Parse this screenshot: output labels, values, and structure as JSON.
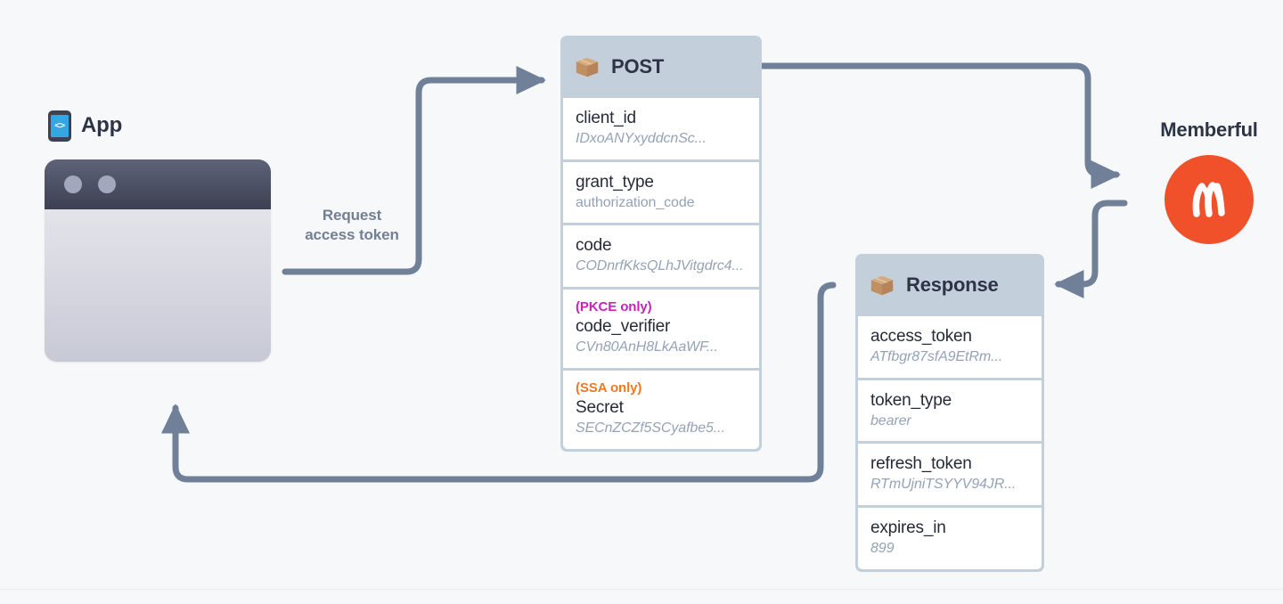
{
  "diagram": {
    "title": "OAuth access token exchange flow",
    "background_color": "#f7f8fa",
    "wire_color": "#6f8098"
  },
  "app": {
    "label": "App",
    "icon": "mobile-code-icon",
    "icon_glyph": "<>",
    "window": {
      "dot_count": 2
    }
  },
  "flow": {
    "request_label_line1": "Request",
    "request_label_line2": "access token",
    "label_color": "#737f93"
  },
  "post_card": {
    "icon": "package-icon",
    "title": "POST",
    "header_color": "#c3d0db",
    "rows": [
      {
        "tag": "",
        "tag_color": "",
        "key": "client_id",
        "value": "IDxoANYxyddcnSc...",
        "italic": true
      },
      {
        "tag": "",
        "tag_color": "",
        "key": "grant_type",
        "value": "authorization_code",
        "italic": false
      },
      {
        "tag": "",
        "tag_color": "",
        "key": "code",
        "value": "CODnrfKksQLhJVitgdrc4...",
        "italic": true
      },
      {
        "tag": "(PKCE only)",
        "tag_color": "#cc20bb",
        "key": "code_verifier",
        "value": "CVn80AnH8LkAaWF...",
        "italic": true
      },
      {
        "tag": "(SSA only)",
        "tag_color": "#f07820",
        "key": "Secret",
        "value": "SECnZCZf5SCyafbe5...",
        "italic": true
      }
    ]
  },
  "response_card": {
    "icon": "package-icon",
    "title": "Response",
    "header_color": "#c3d0db",
    "rows": [
      {
        "tag": "",
        "tag_color": "",
        "key": "access_token",
        "value": "ATfbgr87sfA9EtRm...",
        "italic": true
      },
      {
        "tag": "",
        "tag_color": "",
        "key": "token_type",
        "value": "bearer",
        "italic": true
      },
      {
        "tag": "",
        "tag_color": "",
        "key": "refresh_token",
        "value": "RTmUjniTSYYV94JR...",
        "italic": true
      },
      {
        "tag": "",
        "tag_color": "",
        "key": "expires_in",
        "value": "899",
        "italic": true
      }
    ]
  },
  "memberful": {
    "label": "Memberful",
    "logo_letter": "m",
    "logo_color": "#f0512b",
    "logo_mark": "memberful-m-logo"
  }
}
